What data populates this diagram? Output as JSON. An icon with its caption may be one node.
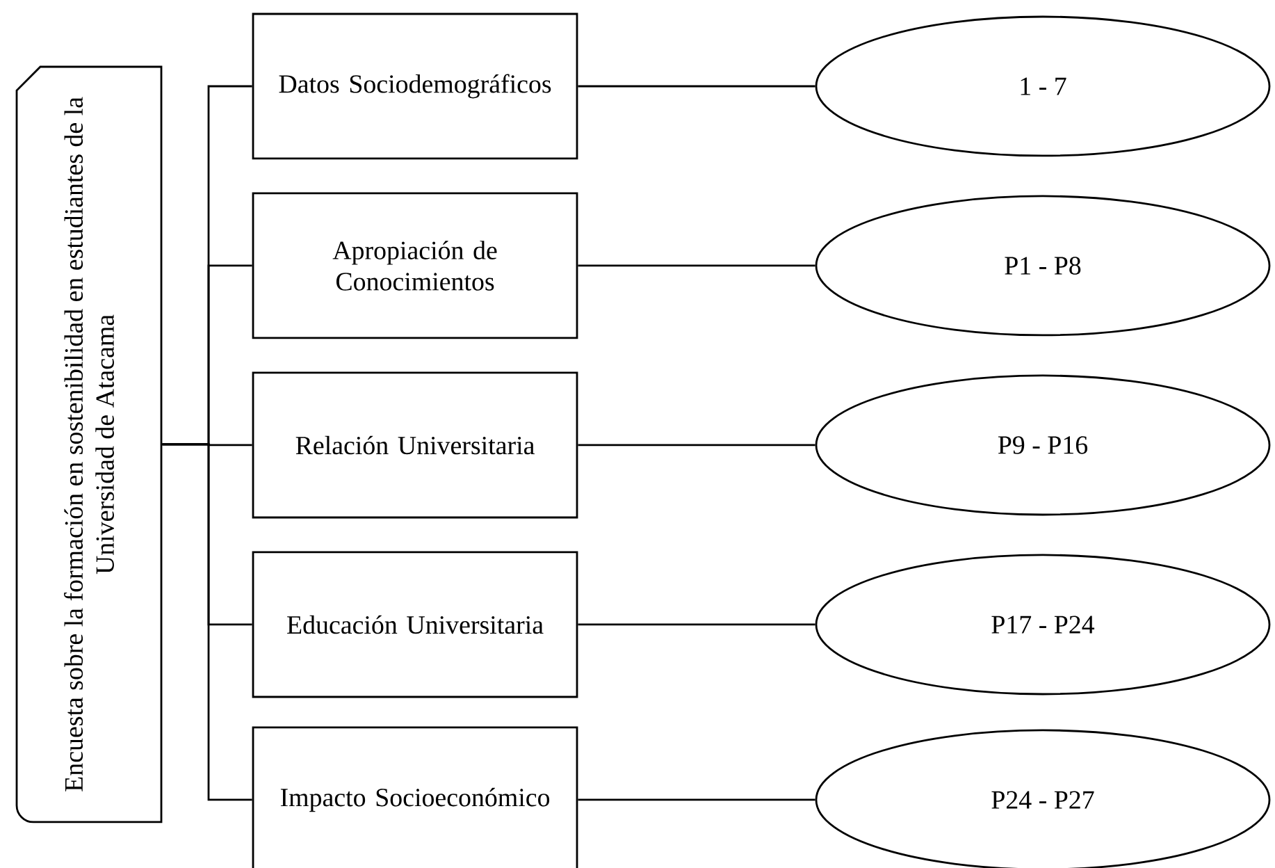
{
  "diagram": {
    "nodes": [
      {
        "text": [
          "Encuesta sobre la formación en sostenibilidad en estudiantes de la Universidad de Atacama"
        ]
      },
      {
        "text": [
          "Datos Sociodemográficos"
        ]
      },
      {
        "text": [
          "Apropiación de Conocimientos"
        ]
      },
      {
        "text": [
          "Relación Universitaria"
        ]
      },
      {
        "text": [
          "Educación Universitaria"
        ]
      },
      {
        "text": [
          "Impacto Socioeconómico"
        ]
      },
      {
        "text": [
          "1 - 7"
        ]
      },
      {
        "text": [
          "P1 - P8"
        ]
      },
      {
        "text": [
          "P9 - P16"
        ]
      },
      {
        "text": [
          "P17 - P24"
        ]
      },
      {
        "text": [
          "P24 - P27"
        ]
      }
    ],
    "edges": [
      {
        "from": 0,
        "to": 1,
        "arrow": "none"
      },
      {
        "from": 0,
        "to": 2,
        "arrow": "none"
      },
      {
        "from": 0,
        "to": 3,
        "arrow": "none"
      },
      {
        "from": 0,
        "to": 4,
        "arrow": "none"
      },
      {
        "from": 0,
        "to": 5,
        "arrow": "none"
      },
      {
        "from": 1,
        "to": 6,
        "arrow": "none"
      },
      {
        "from": 2,
        "to": 7,
        "arrow": "none"
      },
      {
        "from": 3,
        "to": 8,
        "arrow": "none"
      },
      {
        "from": 4,
        "to": 9,
        "arrow": "none"
      },
      {
        "from": 5,
        "to": 10,
        "arrow": "none"
      }
    ]
  }
}
